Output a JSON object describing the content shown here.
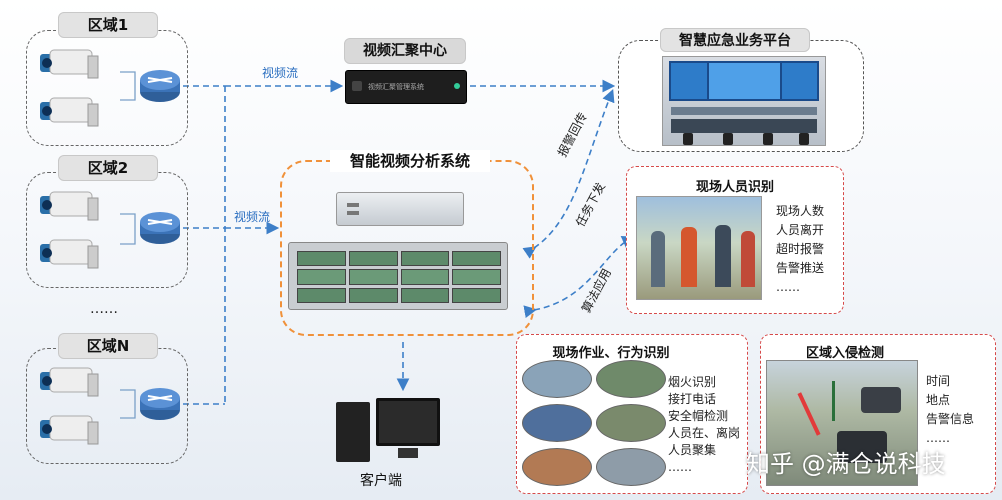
{
  "regions": [
    {
      "label": "区域1"
    },
    {
      "label": "区域2"
    },
    {
      "label": "区域N"
    }
  ],
  "ellipsis": "……",
  "video_hub": {
    "title": "视频汇聚中心",
    "device_text": "视频汇聚管理系统"
  },
  "platform": {
    "title": "智慧应急业务平台"
  },
  "analysis": {
    "title": "智能视频分析系统"
  },
  "client": {
    "label": "客户端"
  },
  "flows": {
    "stream1": "视频流",
    "stream2": "视频流"
  },
  "links": {
    "alarm_return": "报警回传",
    "task_dispatch": "任务下发",
    "algorithm_app": "算法应用"
  },
  "person_recognition": {
    "title": "现场人员识别",
    "items": [
      "现场人数",
      "人员离开",
      "超时报警",
      "告警推送",
      "……"
    ]
  },
  "behavior_recognition": {
    "title": "现场作业、行为识别",
    "items": [
      "烟火识别",
      "接打电话",
      "安全帽检测",
      "人员在、离岗",
      "人员聚集",
      "……"
    ]
  },
  "intrusion": {
    "title": "区域入侵检测",
    "items": [
      "时间",
      "地点",
      "告警信息",
      "……"
    ]
  },
  "watermark": "知乎 @满仓说科技",
  "colors": {
    "flow_line": "#3d7fc8",
    "analysis_border": "#f0913a",
    "alert_border": "#d64a4a"
  }
}
